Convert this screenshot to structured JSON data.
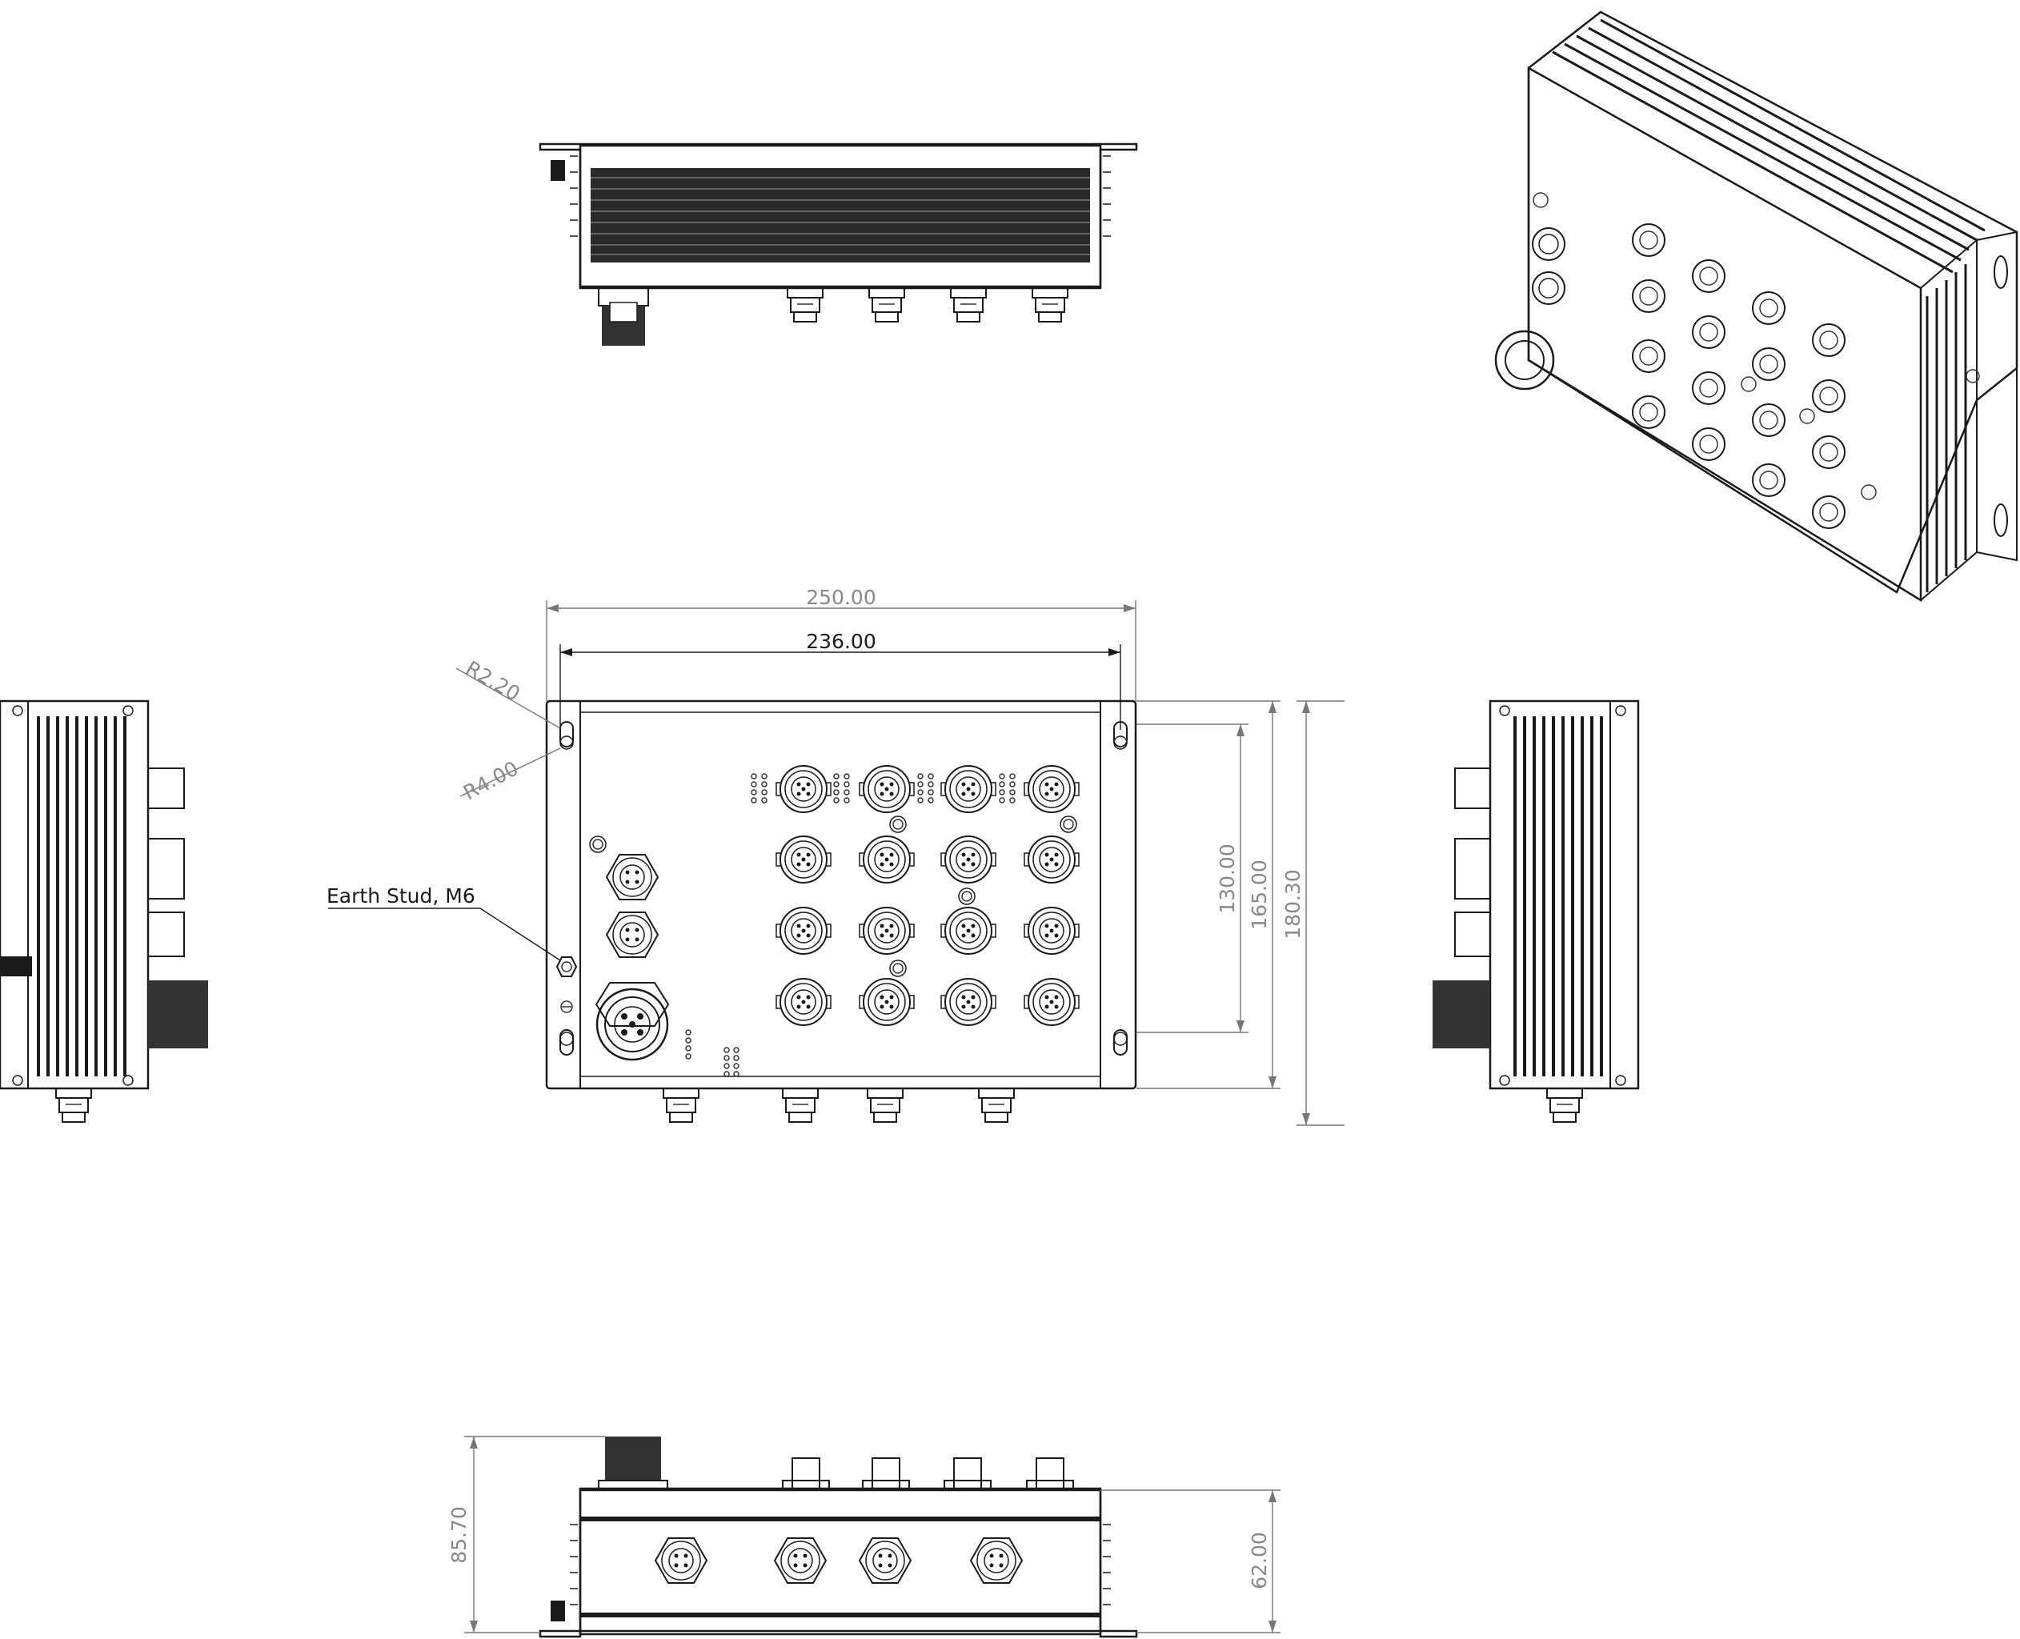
{
  "dimensions": {
    "overall_width": "250.00",
    "mount_hole_pitch": "236.00",
    "radius_small": "R2.20",
    "radius_large": "R4.00",
    "height_inner": "130.00",
    "height_mid": "165.00",
    "height_outer": "180.30",
    "depth_total": "85.70",
    "depth_body": "62.00"
  },
  "annotations": {
    "earth_stud": "Earth Stud, M6"
  },
  "views": [
    "top-view",
    "isometric-view",
    "left-side-view",
    "front-view",
    "right-side-view",
    "bottom-view"
  ]
}
